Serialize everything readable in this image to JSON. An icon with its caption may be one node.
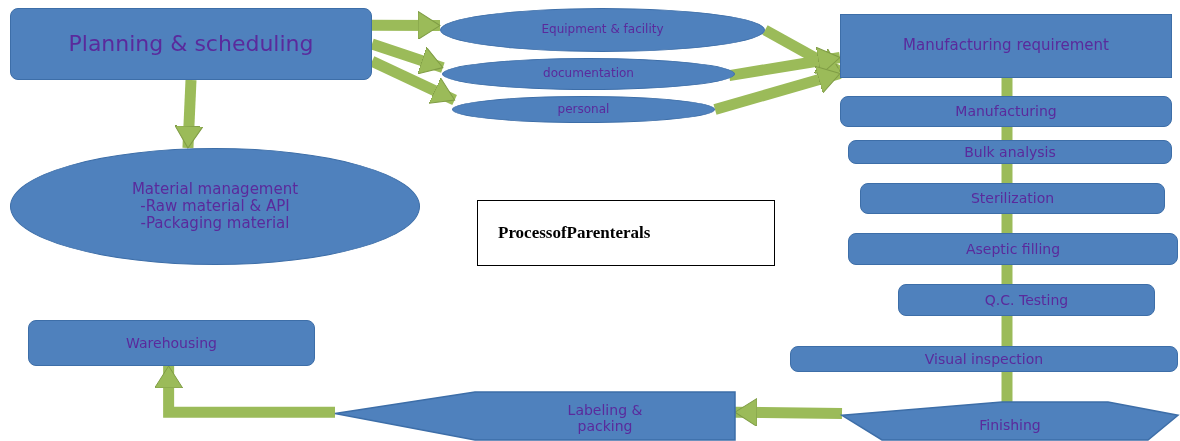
{
  "diagram": {
    "nodes": [
      {
        "text": [
          "Planning & scheduling"
        ]
      },
      {
        "text": [
          "Equipment & facility"
        ]
      },
      {
        "text": [
          "documentation"
        ]
      },
      {
        "text": [
          "personal"
        ]
      },
      {
        "text": [
          "Manufacturing requirement"
        ]
      },
      {
        "text": [
          "Manufacturing"
        ]
      },
      {
        "text": [
          "Bulk analysis"
        ]
      },
      {
        "text": [
          "Sterilization"
        ]
      },
      {
        "text": [
          "Aseptic filling"
        ]
      },
      {
        "text": [
          "Q.C. Testing"
        ]
      },
      {
        "text": [
          "Visual inspection"
        ]
      },
      {
        "text": [
          "Finishing"
        ]
      },
      {
        "text": [
          "Labeling & packing"
        ]
      },
      {
        "text": [
          "Warehousing"
        ]
      },
      {
        "text": [
          "Material management",
          "-Raw material & API",
          "-Packaging material"
        ]
      },
      {
        "text": [
          "ProcessofParenterals"
        ]
      }
    ],
    "edges": [
      {
        "from": 0,
        "to": 1,
        "arrow": "to"
      },
      {
        "from": 0,
        "to": 2,
        "arrow": "to"
      },
      {
        "from": 0,
        "to": 3,
        "arrow": "to"
      },
      {
        "from": 1,
        "to": 4,
        "arrow": "to"
      },
      {
        "from": 2,
        "to": 4,
        "arrow": "to"
      },
      {
        "from": 3,
        "to": 4,
        "arrow": "to"
      },
      {
        "from": 0,
        "to": 14,
        "arrow": "to"
      },
      {
        "from": 4,
        "to": 5,
        "arrow": "none"
      },
      {
        "from": 5,
        "to": 6,
        "arrow": "none"
      },
      {
        "from": 6,
        "to": 7,
        "arrow": "none"
      },
      {
        "from": 7,
        "to": 8,
        "arrow": "none"
      },
      {
        "from": 8,
        "to": 9,
        "arrow": "none"
      },
      {
        "from": 9,
        "to": 10,
        "arrow": "none"
      },
      {
        "from": 10,
        "to": 11,
        "arrow": "none"
      },
      {
        "from": 11,
        "to": 12,
        "arrow": "to"
      },
      {
        "from": 12,
        "to": 13,
        "arrow": "to"
      }
    ]
  }
}
